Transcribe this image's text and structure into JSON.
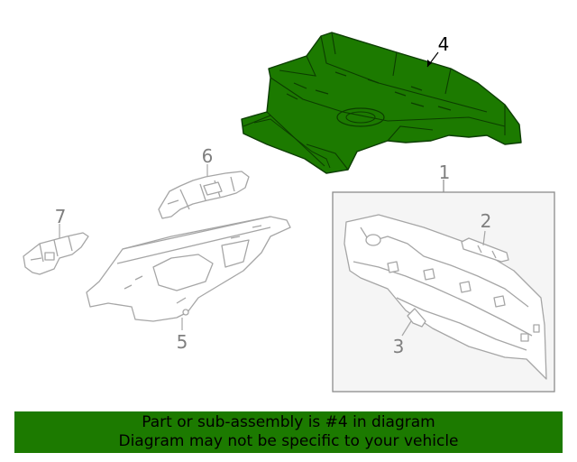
{
  "diagram": {
    "callouts": [
      "4",
      "6",
      "1",
      "2",
      "7",
      "3",
      "5"
    ],
    "highlighted_part": "4",
    "colors": {
      "highlight_fill": "#1c7a00",
      "highlight_stroke": "#0c3d00",
      "part_outline": "#a6a6a6",
      "callout_text": "#7f7f7f",
      "callout_active_text": "#000000",
      "box_border": "#8c8c8c",
      "box_fill": "#f5f5f5"
    }
  },
  "banner": {
    "line1": "Part or sub-assembly is #4 in diagram",
    "line2": "Diagram may not be specific to your vehicle",
    "background": "#1c7a00"
  }
}
